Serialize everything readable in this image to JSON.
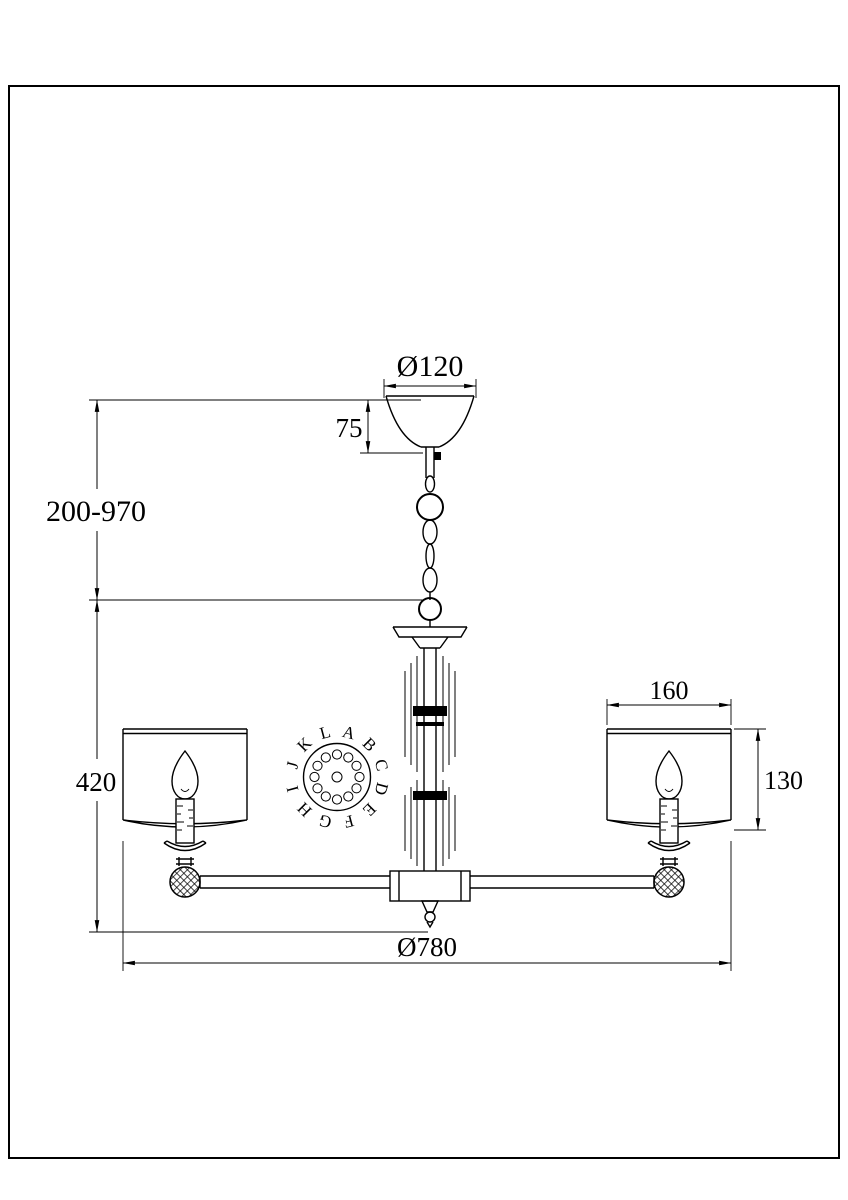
{
  "drawing": {
    "dims": {
      "canopy_diameter": "Ø120",
      "canopy_height": "75",
      "suspension_range": "200-970",
      "fixture_height": "420",
      "shade_width": "160",
      "shade_height": "130",
      "overall_diameter": "Ø780"
    },
    "arm_labels": [
      "A",
      "B",
      "C",
      "D",
      "E",
      "F",
      "G",
      "H",
      "I",
      "J",
      "K",
      "L"
    ]
  }
}
